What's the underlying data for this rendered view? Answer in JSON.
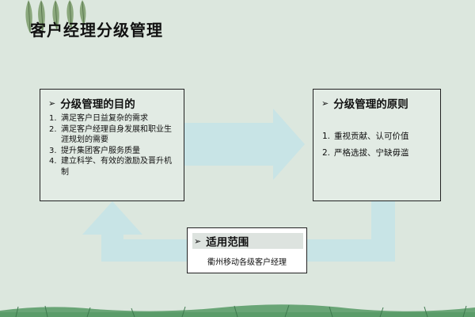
{
  "title": "客户经理分级管理",
  "goal": {
    "heading": "分级管理的目的",
    "items": [
      {
        "num": "1.",
        "text": "满足客户日益复杂的需求"
      },
      {
        "num": "2.",
        "text": "满足客户经理自身发展和职业生涯规划的需要"
      },
      {
        "num": "3.",
        "text": "提升集团客户服务质量"
      },
      {
        "num": "4.",
        "text": "建立科学、有效的激励及晋升机制"
      }
    ]
  },
  "principle": {
    "heading": "分级管理的原则",
    "items": [
      {
        "num": "1.",
        "text": "重视贡献、认可价值"
      },
      {
        "num": "2.",
        "text": "严格选拔、宁缺毋滥"
      }
    ]
  },
  "scope": {
    "heading": "适用范围",
    "text": "衢州移动各级客户经理"
  },
  "colors": {
    "background": "#dce7de",
    "arrow": "#c8e4e6",
    "leaf": "#7c9d6c",
    "ground": "#4a8c5c"
  },
  "icons": {
    "bullet": "chevron-right-icon",
    "decoration": "leaves-decoration"
  }
}
